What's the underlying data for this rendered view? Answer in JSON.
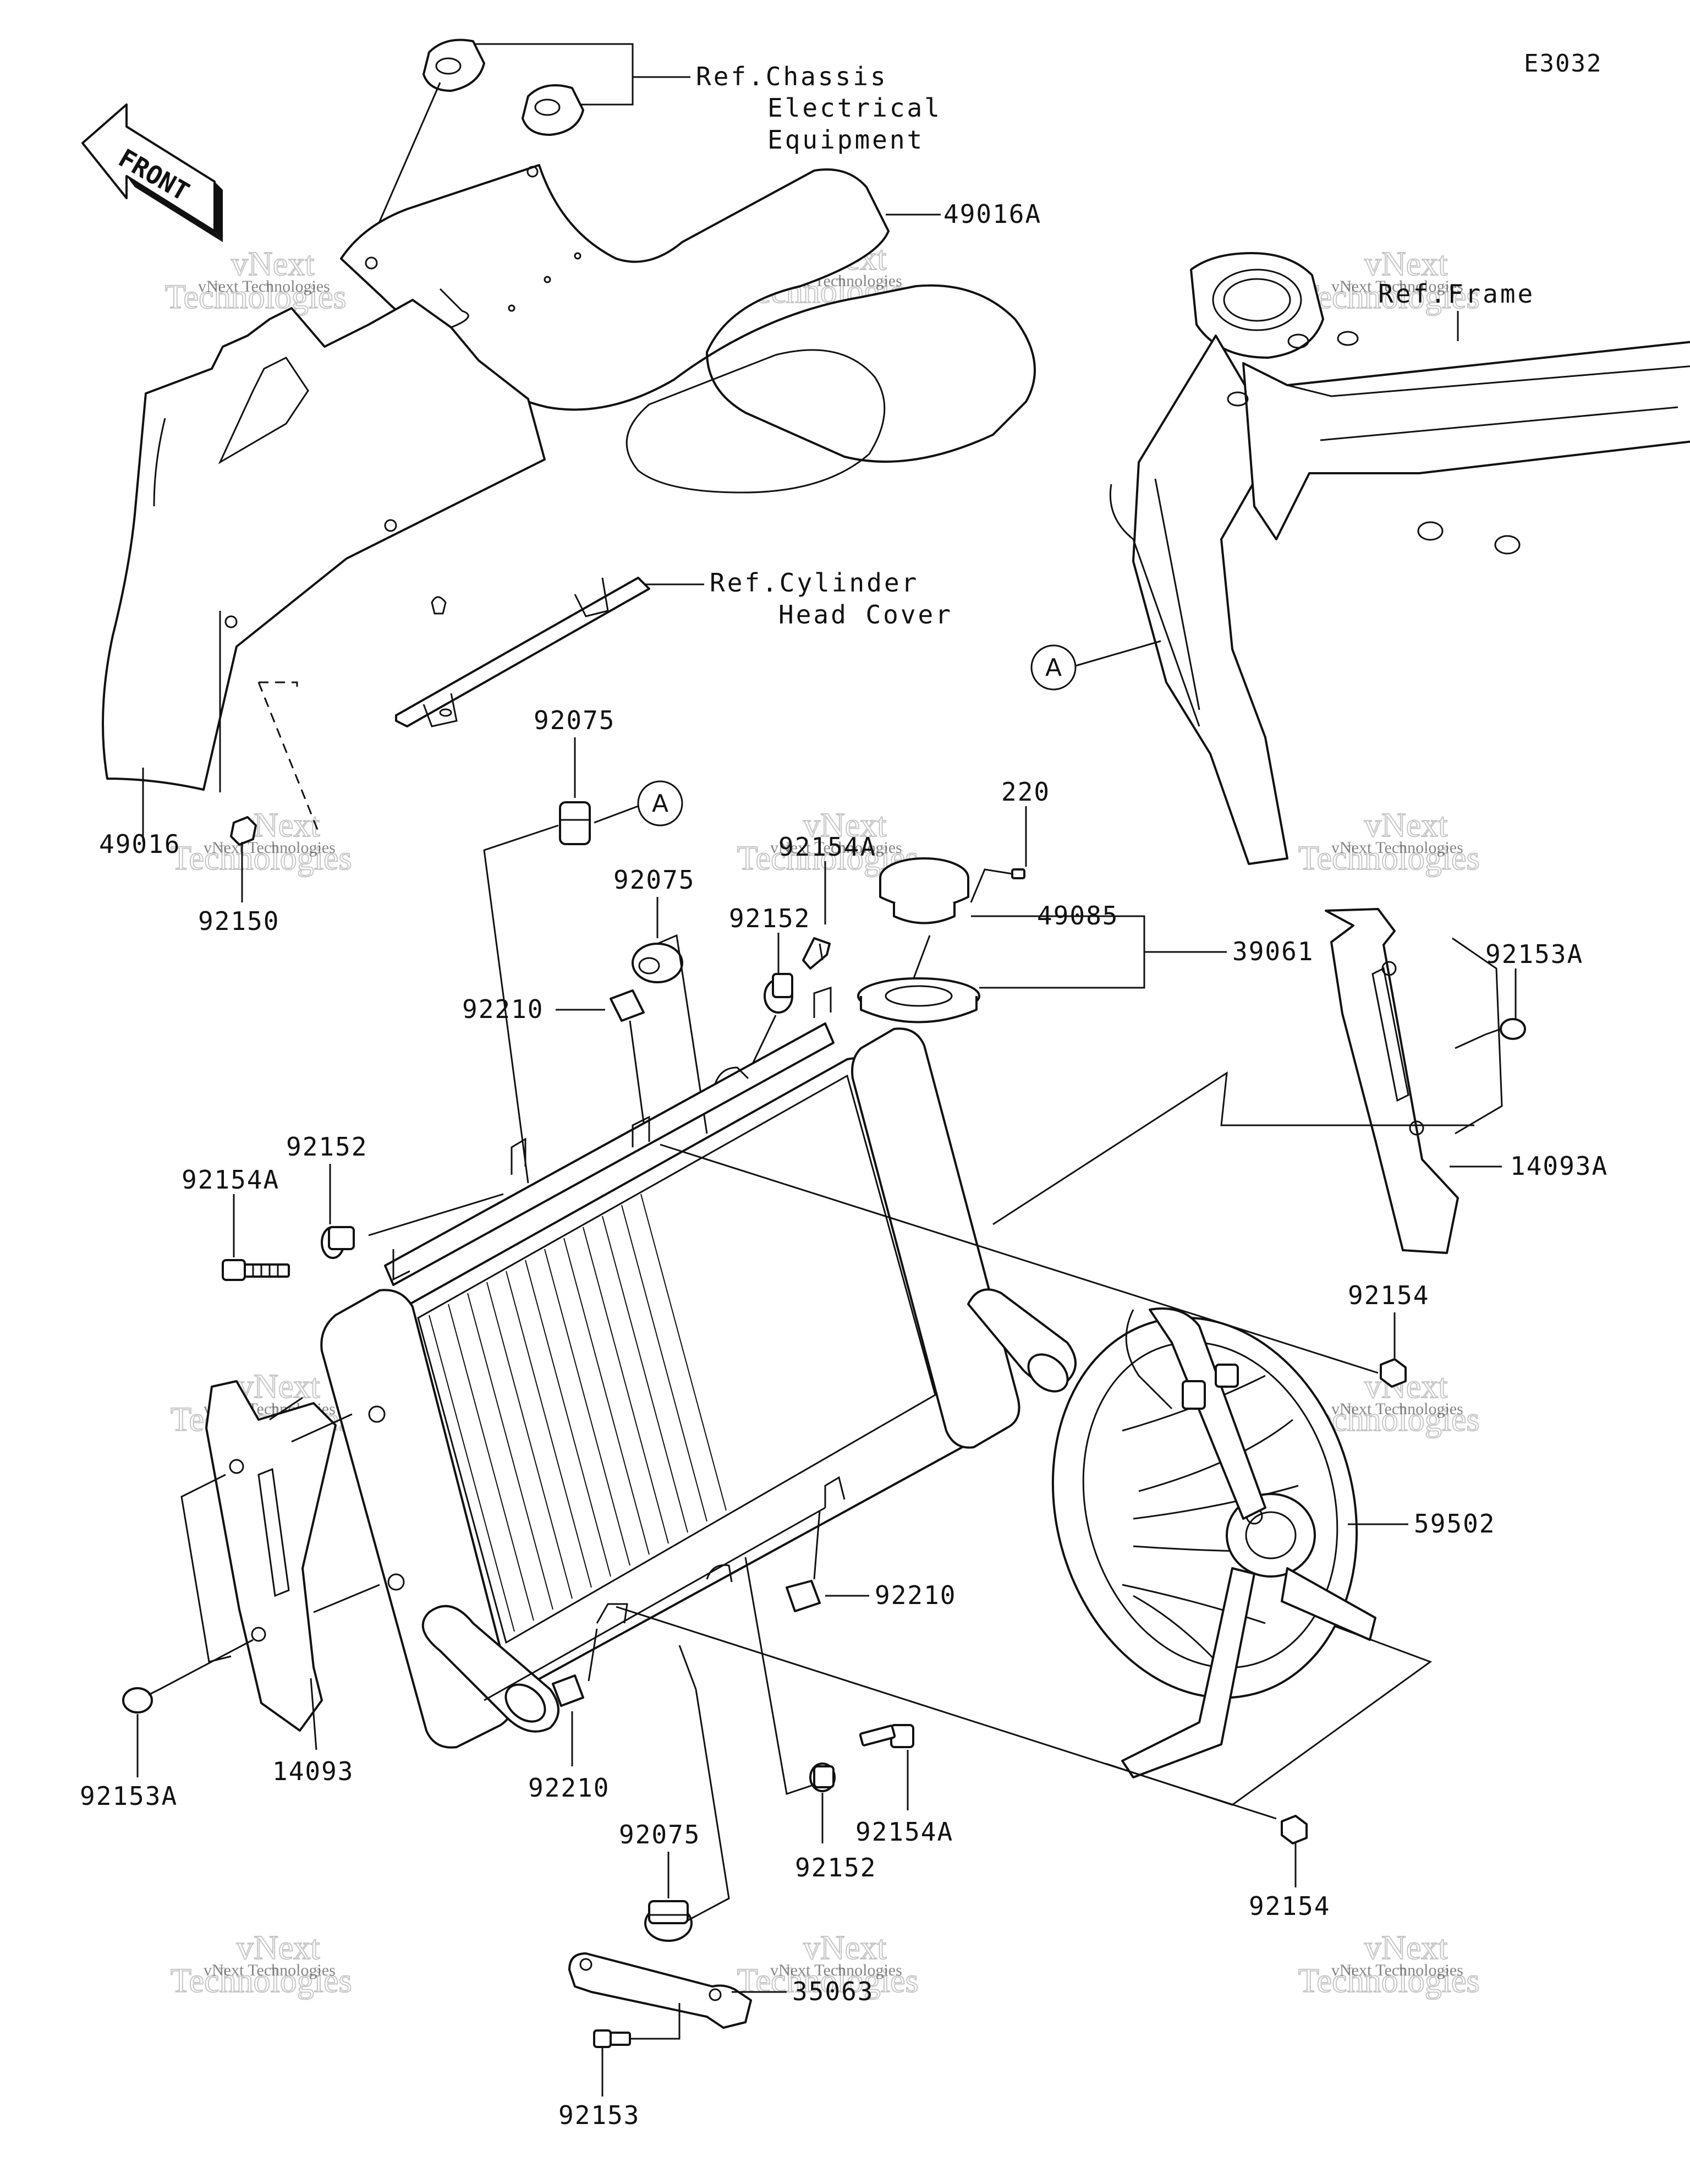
{
  "diagram_code": "E3032",
  "front_arrow_label": "FRONT",
  "references": {
    "chassis_electrical": [
      "Ref.Chassis",
      "Electrical",
      "Equipment"
    ],
    "cylinder_head_cover": [
      "Ref.Cylinder",
      "Head Cover"
    ],
    "frame": "Ref.Frame"
  },
  "callout_marker": "A",
  "parts": {
    "p49016A": "49016A",
    "p49016": "49016",
    "p92150": "92150",
    "p92075_top": "92075",
    "p92075_mid": "92075",
    "p92075_bottom": "92075",
    "p220": "220",
    "p92154A_top": "92154A",
    "p92152_top": "92152",
    "p49085": "49085",
    "p39061": "39061",
    "p92153A_right": "92153A",
    "p14093A": "14093A",
    "p92210_top": "92210",
    "p92152_left": "92152",
    "p92154A_left": "92154A",
    "p92154_right": "92154",
    "p59502": "59502",
    "p92210_right": "92210",
    "p92210_bottom": "92210",
    "p92153A_left": "92153A",
    "p14093": "14093",
    "p92154A_bottom": "92154A",
    "p92152_bottom": "92152",
    "p92154_bottom": "92154",
    "p35063": "35063",
    "p92153": "92153"
  },
  "watermark": {
    "line1": "vNext Technologies",
    "line2": "vNext",
    "line3": "Technologies"
  }
}
